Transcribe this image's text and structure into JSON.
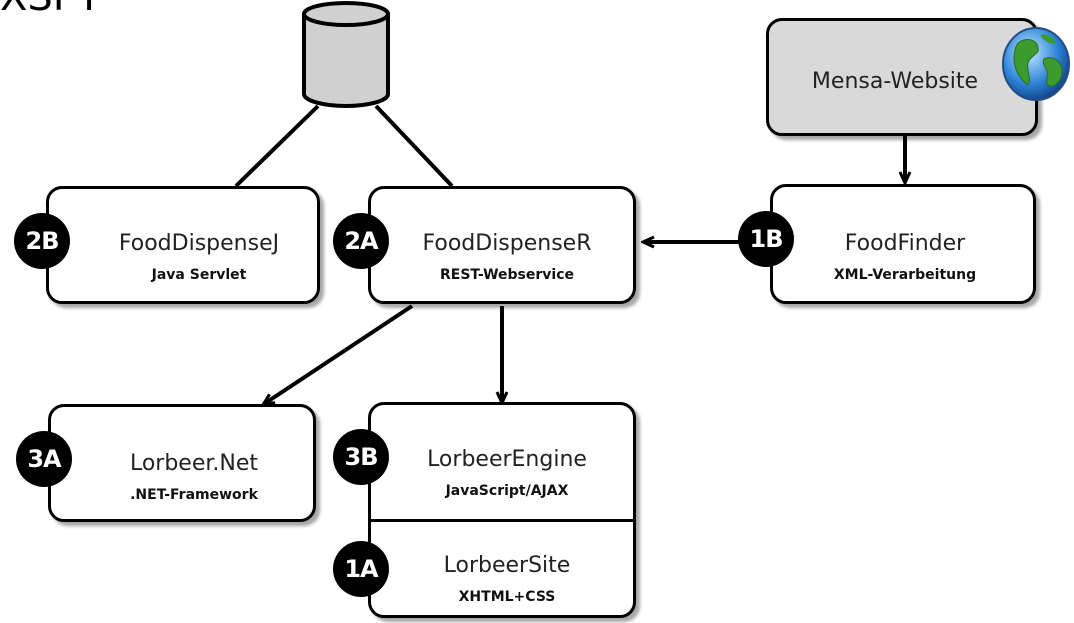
{
  "corner_text": "XSPT",
  "nodes": {
    "mensa": {
      "title": "Mensa-Website"
    },
    "n2b": {
      "badge": "2B",
      "title": "FoodDispenseJ",
      "subtitle": "Java Servlet"
    },
    "n2a": {
      "badge": "2A",
      "title": "FoodDispenseR",
      "subtitle": "REST-Webservice"
    },
    "n1b": {
      "badge": "1B",
      "title": "FoodFinder",
      "subtitle": "XML-Verarbeitung"
    },
    "n3a": {
      "badge": "3A",
      "title": "Lorbeer.Net",
      "subtitle": ".NET-Framework"
    },
    "n3b": {
      "badge": "3B",
      "title": "LorbeerEngine",
      "subtitle": "JavaScript/AJAX"
    },
    "n1a": {
      "badge": "1A",
      "title": "LorbeerSite",
      "subtitle": "XHTML+CSS"
    }
  },
  "icons": {
    "database": "database-icon",
    "globe": "globe-icon"
  },
  "colors": {
    "box": "#ffffff",
    "box_grey": "#d9d9d9",
    "badge": "#000000",
    "line": "#000000"
  }
}
